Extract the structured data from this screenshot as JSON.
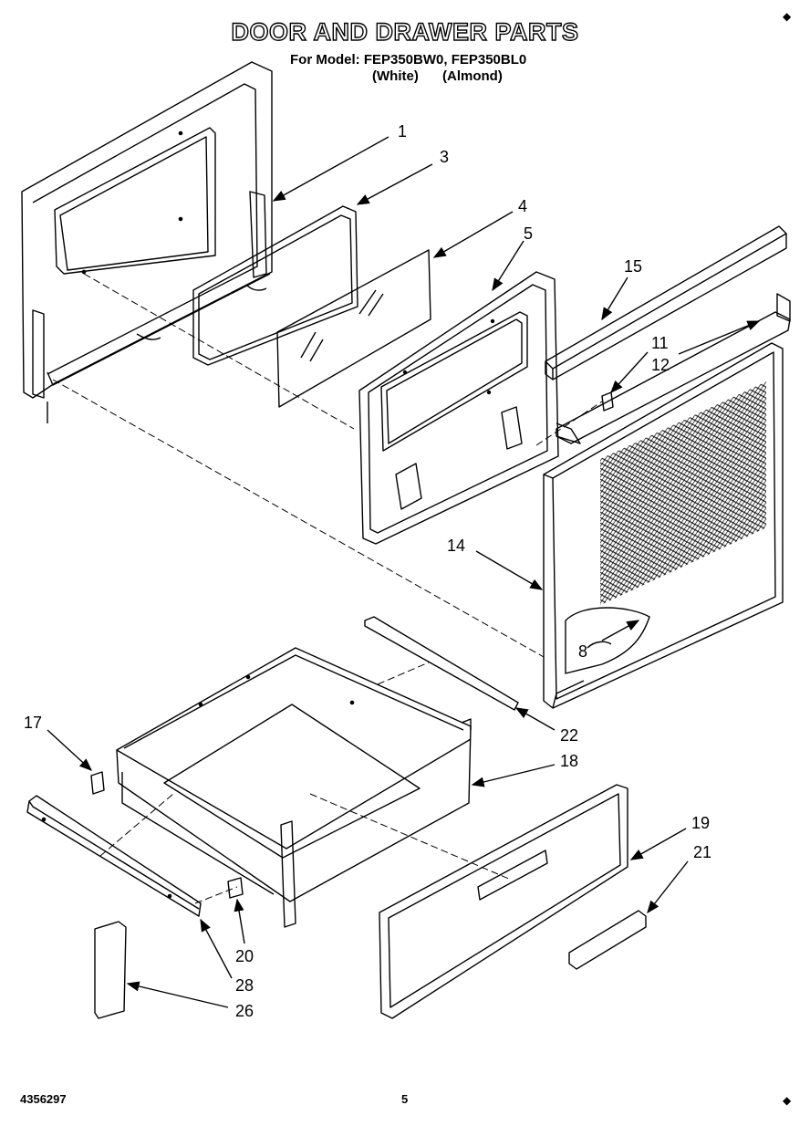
{
  "header": {
    "title": "DOOR AND DRAWER PARTS",
    "models_line": "For Model: FEP350BW0, FEP350BL0",
    "finish_white": "(White)",
    "finish_almond": "(Almond)"
  },
  "callouts": {
    "c1": "1",
    "c3": "3",
    "c4": "4",
    "c5": "5",
    "c8": "8",
    "c11": "11",
    "c12": "12",
    "c14": "14",
    "c15": "15",
    "c17": "17",
    "c18": "18",
    "c19": "19",
    "c20": "20",
    "c21": "21",
    "c22": "22",
    "c26": "26",
    "c28": "28"
  },
  "footer": {
    "doc_number": "4356297",
    "page_number": "5"
  },
  "marks": {
    "corner": "◆"
  }
}
